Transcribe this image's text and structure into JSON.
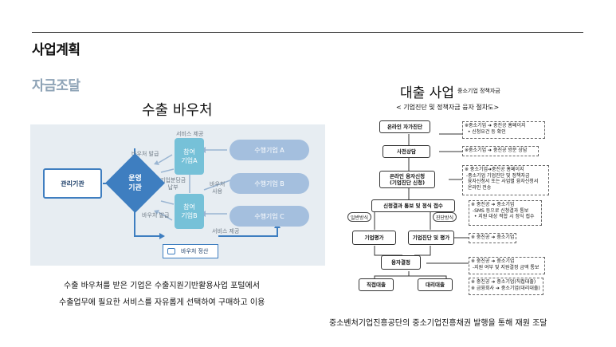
{
  "page": {
    "title": "사업계획",
    "section": "자금조달"
  },
  "left": {
    "title": "수출 바우처",
    "admin": "관리기관",
    "operator": "운영\n기관",
    "participant_a": "참여\n기업A",
    "participant_b": "참여\n기업B",
    "company_a": "수행기업 A",
    "company_b": "수행기업 B",
    "company_c": "수행기업 C",
    "service_top": "서비스 제공",
    "service_bottom": "서비스 제공",
    "issue_top": "바우처 발급",
    "issue_bottom": "바우처 발급",
    "share": "기업분담금\n납부",
    "use": "바우처\n사용",
    "settle": "바우처 정산",
    "caption_line1": "수출 바우처를 받은 기업은 수출지원기반활용사업 포털에서",
    "caption_line2": "수출업무에 필요한 서비스를 자유롭게 선택하여 구매하고 이용"
  },
  "right": {
    "title": "대출 사업",
    "subtitle": "중소기업 정책자금",
    "flow_title": "< 기업진단 및 정책자금 융자 절차도>",
    "steps": {
      "s1": "온라인 자가진단",
      "s2": "사전상담",
      "s3": "온라인 융자신청\n(기업진단 신청)",
      "s4": "신청결과 통보 및 정식 접수",
      "s5a": "기업평가",
      "s5b": "기업진단 및 평가",
      "s6": "융자결정",
      "s7a": "직접대출",
      "s7b": "대리대출"
    },
    "methods": {
      "general": "일반방식",
      "diagnosis": "진단방식"
    },
    "notes": {
      "n1": "※중소기업 ➔ 중진공 홈페이지\n  • 신청요건 등 확인",
      "n2": "※중소기업 ➔ 중진공 방문 상담",
      "n3": "※ 중소기업➔중진공 홈페이지\n -중소기업 기업진단 및 정책자금\n  융자신청서 또는 사업별 융자신청서\n  온라인 전송",
      "n4": "※ 중진공 ➔ 중소기업\n -SMS 등으로 신청결과 통보\n  • 지원 대상 적합 시 정식 접수",
      "n5": "※ 중진공 ➔ 중소기업",
      "n6": "※ 중진공 ➔ 중소기업\n -지원 여부 및 지원결정 금액 통보",
      "n7": "※ 중진공 ➔ 중소기업(직접대출)\n※ 금융회사 ➔ 중소기업(대리대출)"
    },
    "caption": "중소벤처기업진흥공단의 중소기업진흥채권 발행을 통해 재원 조달"
  },
  "colors": {
    "accent_blue": "#3e7ec0",
    "participant": "#76c1d8",
    "company": "#a4bfde",
    "section": "#8ea3b6",
    "panel": "#e7edf2"
  }
}
